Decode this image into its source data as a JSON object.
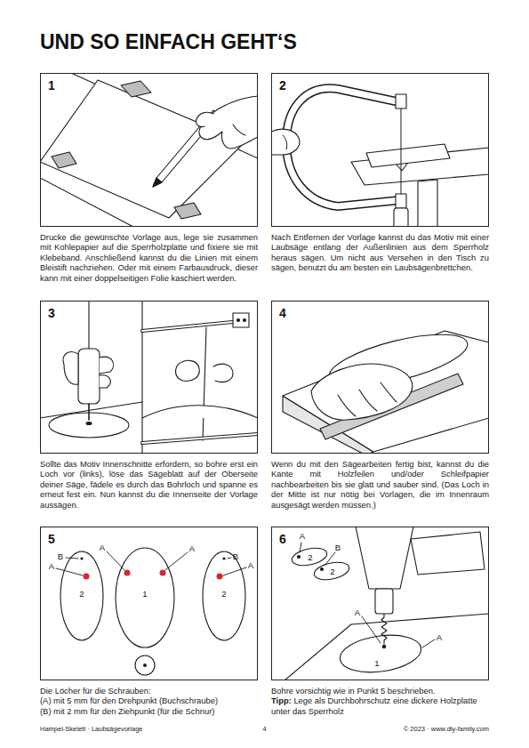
{
  "diagram": {
    "title": "UND SO EINFACH GEHT‘S",
    "nodes": [
      {
        "text": [
          "1"
        ]
      },
      {
        "text": [
          "2"
        ]
      },
      {
        "text": [
          "3"
        ]
      },
      {
        "text": [
          "4"
        ]
      },
      {
        "text": [
          "5"
        ]
      },
      {
        "text": [
          "6"
        ]
      }
    ],
    "labels": [
      "Drucke die gewünschte Vorlage aus, lege sie zusammen mit Kohlepapier auf die Sperrholzplatte und fixiere sie mit Klebeband. Anschließend kannst du die Linien mit einem Bleistift nachziehen. Oder mit einem Farbausdruck, dieser kann mit einer doppelseitigen Folie kaschiert werden.",
      "Nach Entfernen der Vorlage kannst du das Motiv mit einer Laubsäge entlang der Außenlinien aus dem Sperrholz heraus sägen. Um nicht aus Versehen in den Tisch zu sägen, benutzt du am besten ein Laubsägenbrettchen.",
      "Sollte das Motiv Innenschnitte erfordern, so bohre erst ein Loch vor (links), löse das Sägeblatt auf der Oberseite deiner Säge, fädele es durch das Bohrloch und spanne es erneut fest ein. Nun kannst du die Innenseite der Vorlage aussägen.",
      "Wenn du mit den Sägearbeiten fertig bist, kannst du die Kante mit Holzfeilen und/oder Schleifpapier nachbearbeiten bis sie glatt und sauber sind. (Das Loch in der Mitte ist nur nötig bei Vorlagen, die im Innenraum ausgesägt werden müssen.)",
      "B",
      "A",
      "A",
      "A",
      "B",
      "A",
      "2",
      "1",
      "2",
      "A",
      "B",
      "A",
      "A",
      "2",
      "2",
      "1",
      "Die Löcher für die Schrauben:",
      "(A) mit 5 mm für den Drehpunkt (Buchschraube)",
      "(B) mit 2 mm für den Ziehpunkt (für die Schnur)",
      "Bohre vorsichtig wie in Punkt 5 beschrieben.",
      "Tipp:",
      "Lege als Durchbohrschutz eine dickere Holzplatte unter das Sperrholz",
      "Hampel-Skelett · Laubsägevorlage",
      "4",
      "© 2023 · www.diy-family.com"
    ]
  }
}
